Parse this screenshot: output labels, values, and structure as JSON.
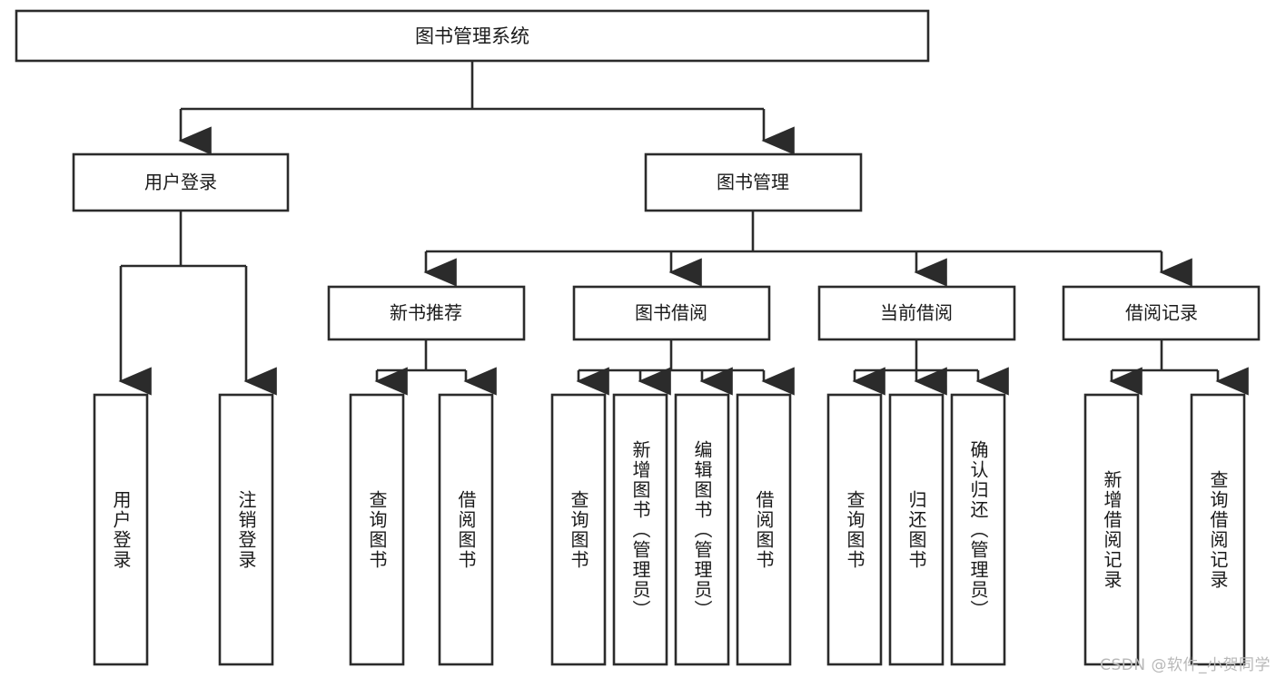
{
  "diagram": {
    "type": "tree-hierarchy",
    "title": "图书管理系统",
    "root": {
      "label": "图书管理系统"
    },
    "level2": [
      {
        "id": "user-login",
        "label": "用户登录"
      },
      {
        "id": "book-manage",
        "label": "图书管理"
      }
    ],
    "level3": [
      {
        "id": "new-book-recommend",
        "label": "新书推荐",
        "parent": "book-manage"
      },
      {
        "id": "book-borrow",
        "label": "图书借阅",
        "parent": "book-manage"
      },
      {
        "id": "current-borrow",
        "label": "当前借阅",
        "parent": "book-manage"
      },
      {
        "id": "borrow-record",
        "label": "借阅记录",
        "parent": "book-manage"
      }
    ],
    "leaves": [
      {
        "id": "leaf-user-login",
        "label": "用户登录",
        "parent": "user-login"
      },
      {
        "id": "leaf-logout-login",
        "label": "注销登录",
        "parent": "user-login"
      },
      {
        "id": "leaf-query-book-1",
        "label": "查询图书",
        "parent": "new-book-recommend"
      },
      {
        "id": "leaf-borrow-book-1",
        "label": "借阅图书",
        "parent": "new-book-recommend"
      },
      {
        "id": "leaf-query-book-2",
        "label": "查询图书",
        "parent": "book-borrow"
      },
      {
        "id": "leaf-add-book",
        "label": "新增图书（管理员）",
        "parent": "book-borrow"
      },
      {
        "id": "leaf-edit-book",
        "label": "编辑图书（管理员）",
        "parent": "book-borrow"
      },
      {
        "id": "leaf-borrow-book-2",
        "label": "借阅图书",
        "parent": "book-borrow"
      },
      {
        "id": "leaf-query-book-3",
        "label": "查询图书",
        "parent": "current-borrow"
      },
      {
        "id": "leaf-return-book",
        "label": "归还图书",
        "parent": "current-borrow"
      },
      {
        "id": "leaf-confirm-return",
        "label": "确认归还（管理员）",
        "parent": "current-borrow"
      },
      {
        "id": "leaf-add-record",
        "label": "新增借阅记录",
        "parent": "borrow-record"
      },
      {
        "id": "leaf-query-record",
        "label": "查询借阅记录",
        "parent": "borrow-record"
      }
    ],
    "colors": {
      "box_stroke": "#2b2b2b",
      "box_fill": "#ffffff",
      "connector": "#2b2b2b",
      "text": "#1a1a1a",
      "background": "#ffffff",
      "watermark": "#b8b8b8"
    }
  },
  "watermark": {
    "text": "CSDN @软件_小贺同学"
  }
}
